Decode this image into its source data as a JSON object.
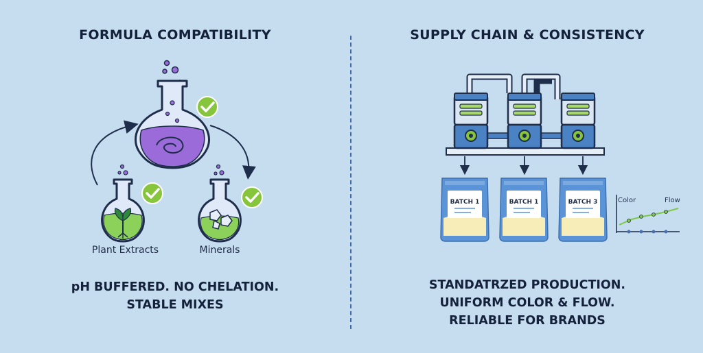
{
  "left": {
    "title": "FORMULA COMPATIBILITY",
    "label_plant": "Plant Extracts",
    "label_minerals": "Minerals",
    "caption_line1": "pH BUFFERED. NO CHELATION.",
    "caption_line2": "STABLE MIXES"
  },
  "right": {
    "title": "SUPPLY CHAIN & CONSISTENCY",
    "batches": [
      "BATCH 1",
      "BATCH 1",
      "BATCH 3"
    ],
    "chart_label_left": "Color",
    "chart_label_right": "Flow",
    "caption_line1": "STANDATRZED PRODUCTION.",
    "caption_line2": "UNIFORM COLOR & FLOW.",
    "caption_line3": "RELIABLE FOR BRANDS"
  },
  "colors": {
    "background": "#c6dcef",
    "outline": "#1e2d4a",
    "purple": "#9b6cd9",
    "green": "#7fc84a",
    "check": "#86c53c",
    "machine_blue": "#4a82c4",
    "bag_blue": "#5a93d6",
    "bag_fill": "#f6edb8"
  },
  "icons": [
    "main-flask-icon",
    "plant-flask-icon",
    "minerals-flask-icon",
    "check-icon",
    "machine-icon",
    "bag-icon",
    "trend-chart-icon"
  ]
}
